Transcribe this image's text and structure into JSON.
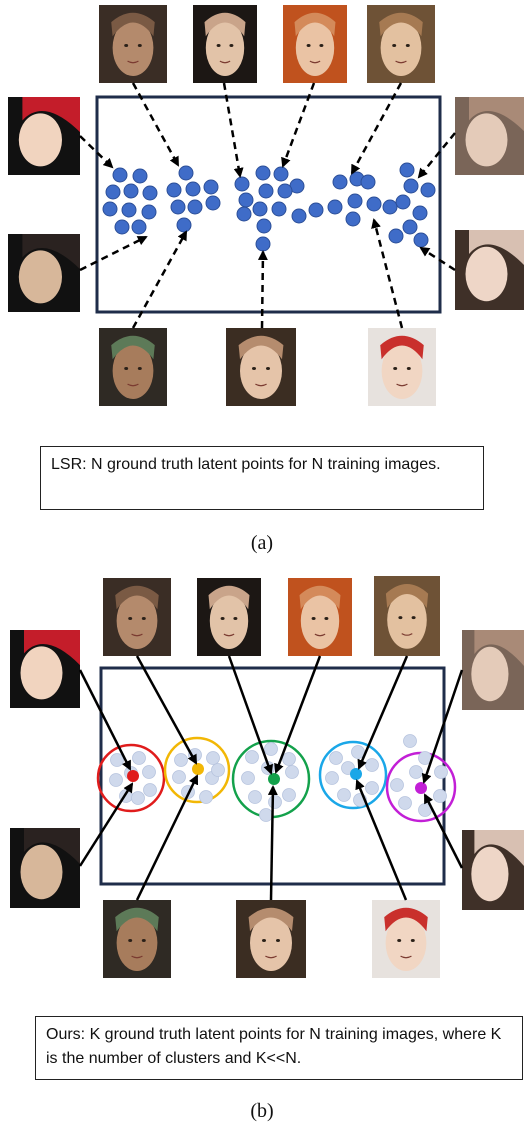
{
  "panels": [
    {
      "id": "a",
      "caption": "LSR: N ground truth latent points for N training images.",
      "label": "(a)"
    },
    {
      "id": "b",
      "caption": "Ours: K ground truth latent points for N training images, where K is the number of clusters and K<<N.",
      "label": "(b)"
    }
  ],
  "colors": {
    "frame": "#1f2d4a",
    "point_dark": "#3f6cc8",
    "point_light": "#cfd9ec",
    "clusters": [
      "#e01c1c",
      "#f2b705",
      "#13a14b",
      "#1aa7e8",
      "#c21fd6"
    ]
  },
  "face_images": [
    {
      "name": "face-man-short-hair"
    },
    {
      "name": "face-boy-bangs"
    },
    {
      "name": "face-redhead-woman"
    },
    {
      "name": "face-woman-long-hair"
    },
    {
      "name": "face-red-cap-profile"
    },
    {
      "name": "face-bald-woman-profile"
    },
    {
      "name": "face-dark-hair-profile"
    },
    {
      "name": "face-woman-profile-right"
    },
    {
      "name": "face-asian-man"
    },
    {
      "name": "face-young-man"
    },
    {
      "name": "face-woman-glasses-phone"
    }
  ]
}
